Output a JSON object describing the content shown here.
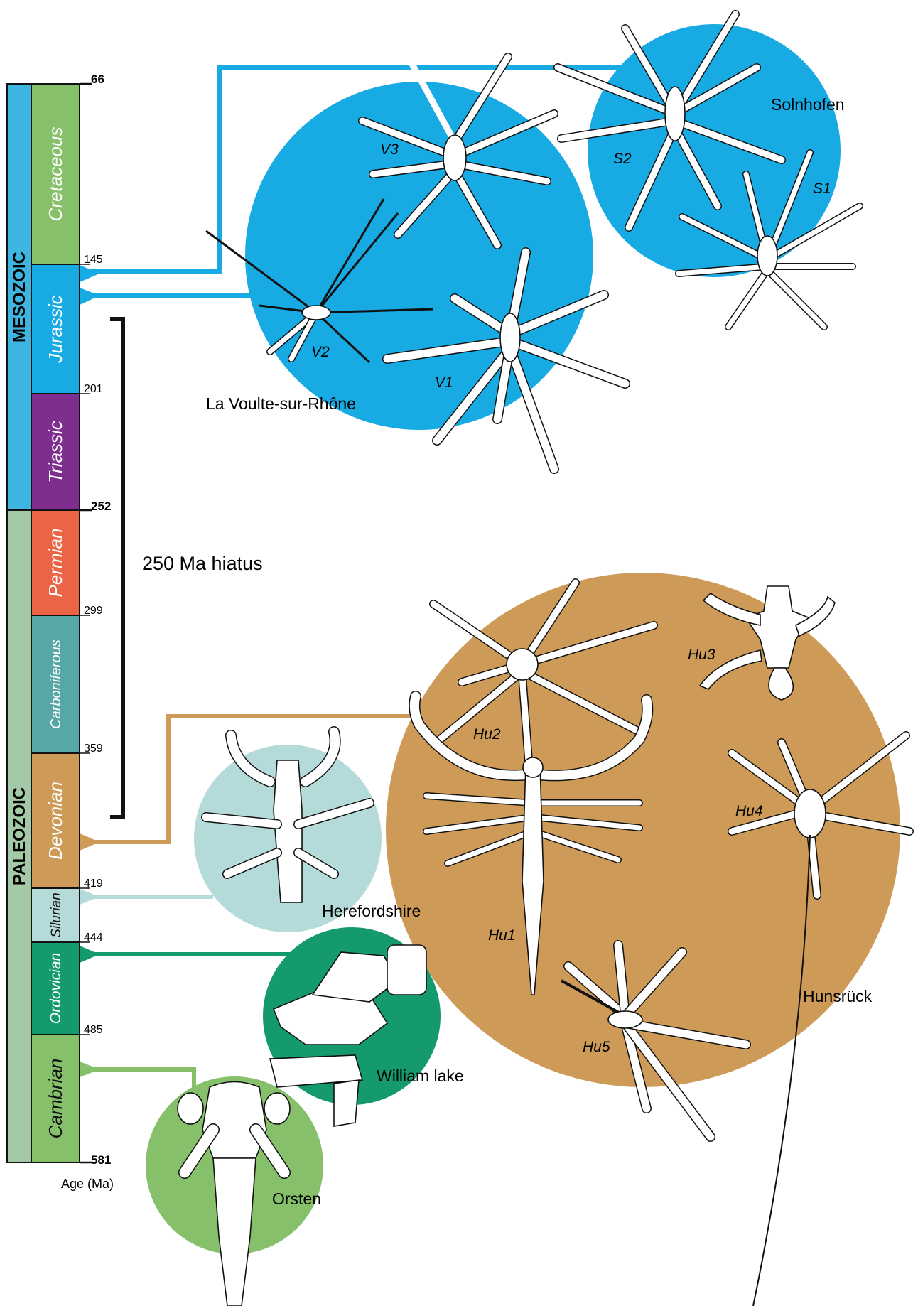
{
  "eras": [
    {
      "name": "MESOZOIC",
      "color": "#3DB5E0"
    },
    {
      "name": "PALEOZOIC",
      "color": "#A3C9A6"
    }
  ],
  "periods": [
    {
      "name": "Cretaceous",
      "color": "#86C06A"
    },
    {
      "name": "Jurassic",
      "color": "#17AAE3"
    },
    {
      "name": "Triassic",
      "color": "#7E2E8E"
    },
    {
      "name": "Permian",
      "color": "#EC6446"
    },
    {
      "name": "Carboniferous",
      "color": "#57A7A6"
    },
    {
      "name": "Devonian",
      "color": "#CD9B57"
    },
    {
      "name": "Silurian",
      "color": "#B4DBD9"
    },
    {
      "name": "Ordovician",
      "color": "#149A6E"
    },
    {
      "name": "Cambrian",
      "color": "#86C06A"
    }
  ],
  "ages": [
    "66",
    "145",
    "201",
    "252",
    "299",
    "359",
    "419",
    "444",
    "485",
    "581"
  ],
  "axis_label": "Age (Ma)",
  "hiatus_label": "250 Ma hiatus",
  "sites": [
    {
      "name": "Solnhofen",
      "color": "#17AAE3",
      "specimens": [
        "S2",
        "S1"
      ]
    },
    {
      "name": "La Voulte-sur-Rhône",
      "color": "#17AAE3",
      "specimens": [
        "V3",
        "V2",
        "V1"
      ]
    },
    {
      "name": "Hunsrück",
      "color": "#CD9B57",
      "specimens": [
        "Hu2",
        "Hu3",
        "Hu4",
        "Hu1",
        "Hu5"
      ]
    },
    {
      "name": "Herefordshire",
      "color": "#B4DBD9",
      "specimens": []
    },
    {
      "name": "William lake",
      "color": "#149A6E",
      "specimens": []
    },
    {
      "name": "Orsten",
      "color": "#86C06A",
      "specimens": []
    }
  ]
}
